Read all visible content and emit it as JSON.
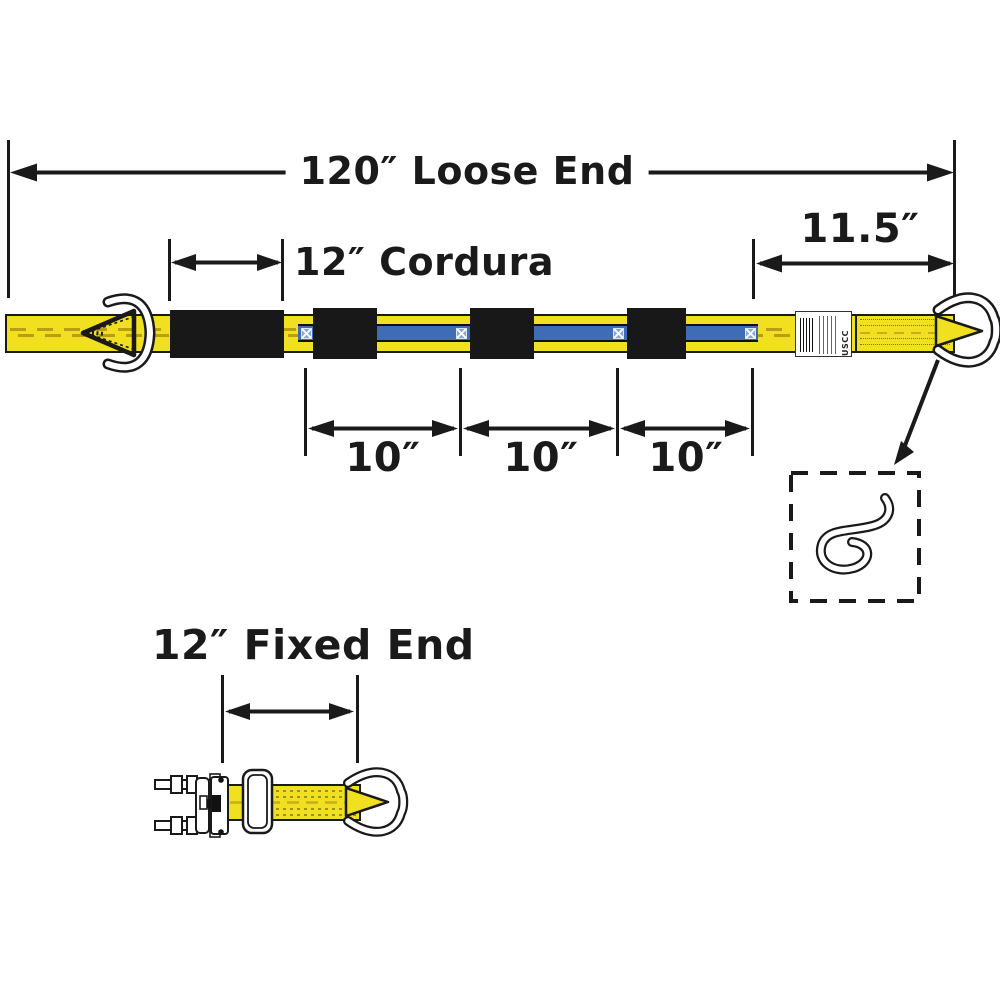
{
  "dims": {
    "loose_end": {
      "label": "120″ Loose End"
    },
    "cordura": {
      "label": "12″ Cordura"
    },
    "tail": {
      "label": "11.5″"
    },
    "segments": [
      "10″",
      "10″",
      "10″"
    ],
    "fixed_end": {
      "label": "12″ Fixed End"
    }
  },
  "strap": {
    "tag_brand": "USCC"
  },
  "colors": {
    "webbing_yellow": "#F1E01F",
    "stripe_blue": "#3E6DB5",
    "ink_black": "#1A1A1A",
    "stitch_gold": "#B99E14"
  }
}
